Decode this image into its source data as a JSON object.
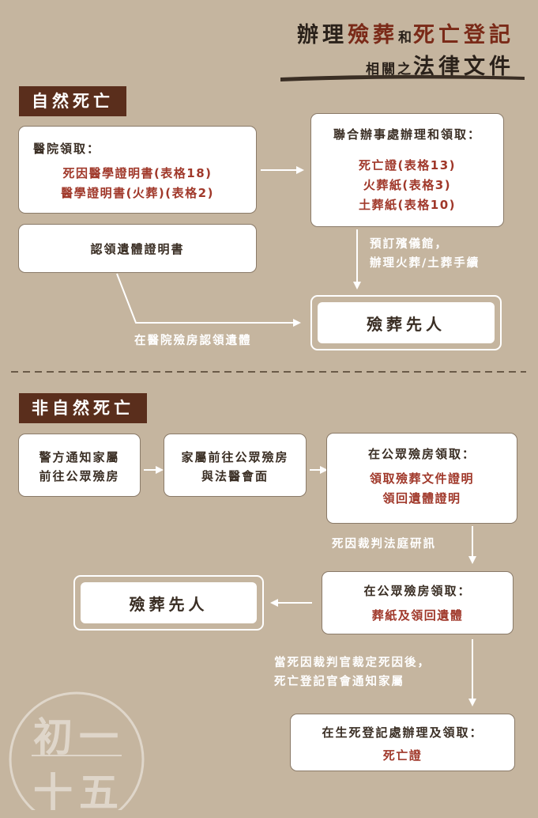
{
  "title": {
    "t1": "辦理",
    "t2": "殮葬",
    "t3": "和",
    "t4": "死亡登記",
    "t5": "相關之",
    "t6": "法律文件"
  },
  "natural": {
    "tag": "自然死亡",
    "hospital_head": "醫院領取：",
    "hospital_item1": "死因醫學證明書(表格18)",
    "hospital_item2": "醫學證明書(火葬)(表格2)",
    "joint_head": "聯合辦事處辦理和領取：",
    "joint_item1": "死亡證(表格13)",
    "joint_item2": "火葬紙(表格3)",
    "joint_item3": "土葬紙(表格10)",
    "claim_cert": "認領遺體證明書",
    "note_funeral1": "預訂殯儀館，",
    "note_funeral2": "辦理火葬/土葬手續",
    "note_hospital": "在醫院殮房認領遺體",
    "final": "殮葬先人"
  },
  "unnatural": {
    "tag": "非自然死亡",
    "police1": "警方通知家屬",
    "police2": "前往公眾殮房",
    "family1": "家屬前往公眾殮房",
    "family2": "與法醫會面",
    "morgue1_head": "在公眾殮房領取：",
    "morgue1_item1": "領取殮葬文件證明",
    "morgue1_item2": "領回遺體證明",
    "note_court": "死因裁判法庭研訊",
    "morgue2_head": "在公眾殮房領取：",
    "morgue2_item1": "葬紙及領回遺體",
    "final": "殮葬先人",
    "note_coroner1": "當死因裁判官裁定死因後，",
    "note_coroner2": "死亡登記官會通知家屬",
    "registry_head": "在生死登記處辦理及領取：",
    "registry_item1": "死亡證"
  },
  "watermark": [
    "初",
    "一",
    "十",
    "五"
  ],
  "colors": {
    "background": "#c5b59f",
    "tag": "#5a2e1c",
    "accent_red": "#a0382a"
  }
}
